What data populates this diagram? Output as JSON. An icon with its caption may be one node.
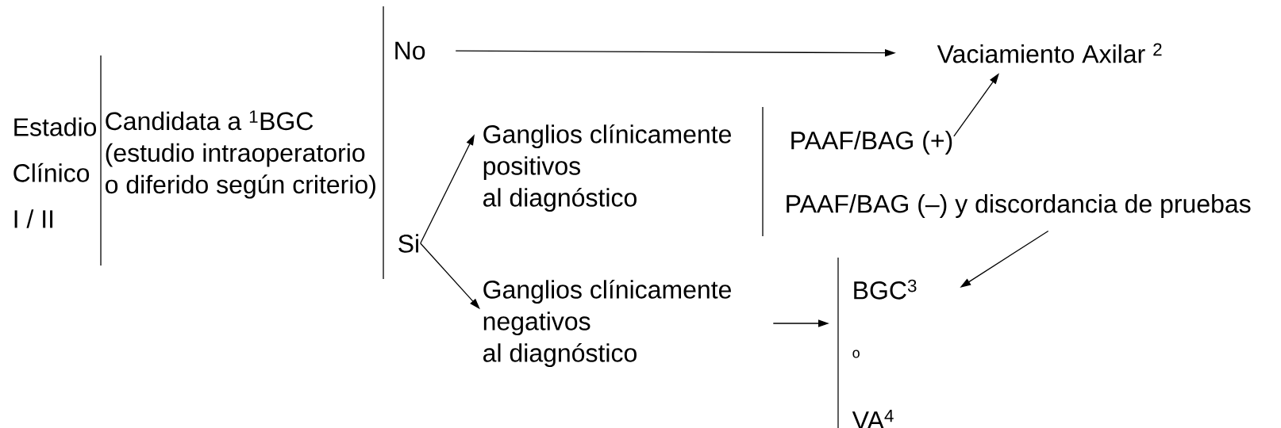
{
  "diagram": {
    "nodes": [
      {
        "text": [
          "Estadio Clínico I / II"
        ]
      },
      {
        "text": [
          "Candidata a $^{1}$BGC (estudio intraoperatorio o diferido según criterio)"
        ]
      },
      {
        "text": [
          "No"
        ]
      },
      {
        "text": [
          "Si"
        ]
      },
      {
        "text": [
          "Vaciamiento Axilar $^{2}$"
        ]
      },
      {
        "text": [
          "Ganglios clínicamente positivos al diagnóstico"
        ]
      },
      {
        "text": [
          "Ganglios clínicamente negativos al diagnóstico"
        ]
      },
      {
        "text": [
          "PAAF/BAG (+)"
        ]
      },
      {
        "text": [
          "PAAF/BAG (–) y discordancia de pruebas"
        ]
      },
      {
        "text": [
          "BGC$^{3}$",
          "o",
          "VA$^{4}$"
        ]
      }
    ],
    "edges": [
      {
        "from": 2,
        "to": 4,
        "arrow": "to"
      },
      {
        "from": 3,
        "to": 5,
        "arrow": "to"
      },
      {
        "from": 3,
        "to": 6,
        "arrow": "to"
      },
      {
        "from": 7,
        "to": 4,
        "arrow": "to"
      },
      {
        "from": 8,
        "to": 9,
        "arrow": "to"
      },
      {
        "from": 6,
        "to": 9,
        "arrow": "to"
      }
    ]
  }
}
